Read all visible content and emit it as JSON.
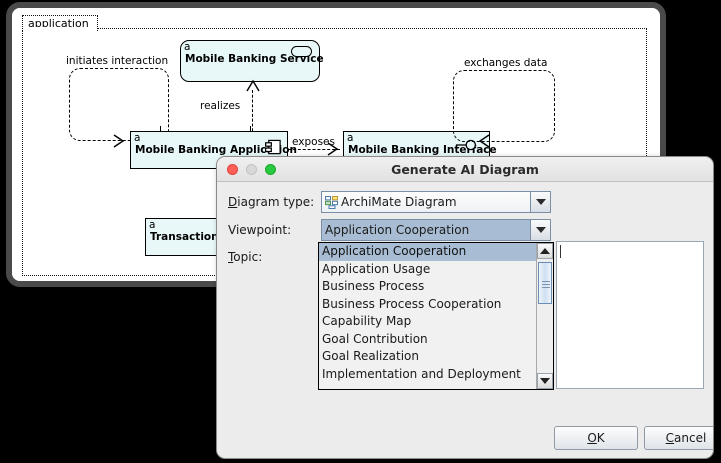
{
  "editor": {
    "group_label": "application",
    "elements": [
      {
        "id": "service",
        "letter": "a",
        "label": "Mobile Banking Service",
        "icon": "service-icon"
      },
      {
        "id": "application",
        "letter": "a",
        "label": "Mobile Banking Application",
        "icon": "component-icon"
      },
      {
        "id": "interface",
        "letter": "a",
        "label": "Mobile Banking Interface",
        "icon": "interface-icon"
      },
      {
        "id": "data",
        "letter": "a",
        "label": "Transaction Data",
        "icon": "data-object-icon"
      }
    ],
    "relations": [
      {
        "id": "initiates",
        "label": "initiates interaction"
      },
      {
        "id": "realizes",
        "label": "realizes"
      },
      {
        "id": "exposes",
        "label": "exposes"
      },
      {
        "id": "exchanges",
        "label": "exchanges data"
      }
    ]
  },
  "dialog": {
    "title": "Generate AI Diagram",
    "window_buttons": {
      "close": "close-button",
      "minimize": "minimize-button",
      "maximize": "maximize-button"
    },
    "fields": {
      "diagram_type": {
        "label_prefix": "D",
        "label_rest": "iagram type:",
        "value": "ArchiMate Diagram",
        "icon": "archimate-diagram-icon"
      },
      "viewpoint": {
        "label": "Viewpoint:",
        "value": "Application Cooperation"
      },
      "topic": {
        "label_prefix": "T",
        "label_rest": "opic:",
        "value": "",
        "placeholder": ""
      }
    },
    "dropdown": {
      "open": true,
      "selected": "Application Cooperation",
      "options": [
        "Application Cooperation",
        "Application Usage",
        "Business Process",
        "Business Process Cooperation",
        "Capability Map",
        "Goal Contribution",
        "Goal Realization",
        "Implementation and Deployment"
      ],
      "scroll_up_icon": "scroll-up-arrow-icon",
      "scroll_down_icon": "scroll-down-arrow-icon"
    },
    "buttons": {
      "ok": {
        "mnemonic": "O",
        "rest": "K"
      },
      "cancel": {
        "mnemonic": "C",
        "rest": "ancel"
      }
    }
  },
  "colors": {
    "element_fill": "#e8f8f8",
    "selection_blue": "#a8bdd3",
    "dialog_bg": "#ececec",
    "close_red": "#ff5f57",
    "minimize_gray": "#d8d8d8",
    "maximize_green": "#28c840"
  }
}
